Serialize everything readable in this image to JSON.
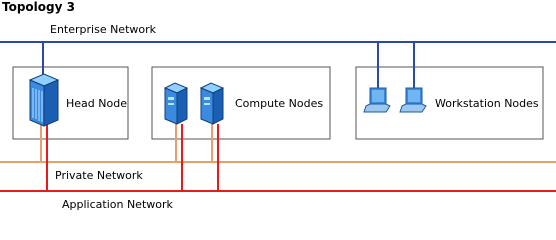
{
  "title": "Topology 3",
  "networks": {
    "enterprise": {
      "label": "Enterprise Network",
      "color": "#2a4aa8"
    },
    "private": {
      "label": "Private Network",
      "color": "#e8a06a"
    },
    "application": {
      "label": "Application Network",
      "color": "#e81b1b"
    }
  },
  "boxes": {
    "head": {
      "label": "Head Node"
    },
    "compute": {
      "label": "Compute Nodes"
    },
    "workstation": {
      "label": "Workstation Nodes"
    }
  },
  "icons": {
    "server_colors": {
      "face": "#3a8ae0",
      "dark": "#123e7a",
      "light": "#8ed0ff"
    },
    "laptop_colors": {
      "screen": "#3a8ae0",
      "body": "#9ac8f0",
      "outline": "#1f5a9e"
    }
  }
}
